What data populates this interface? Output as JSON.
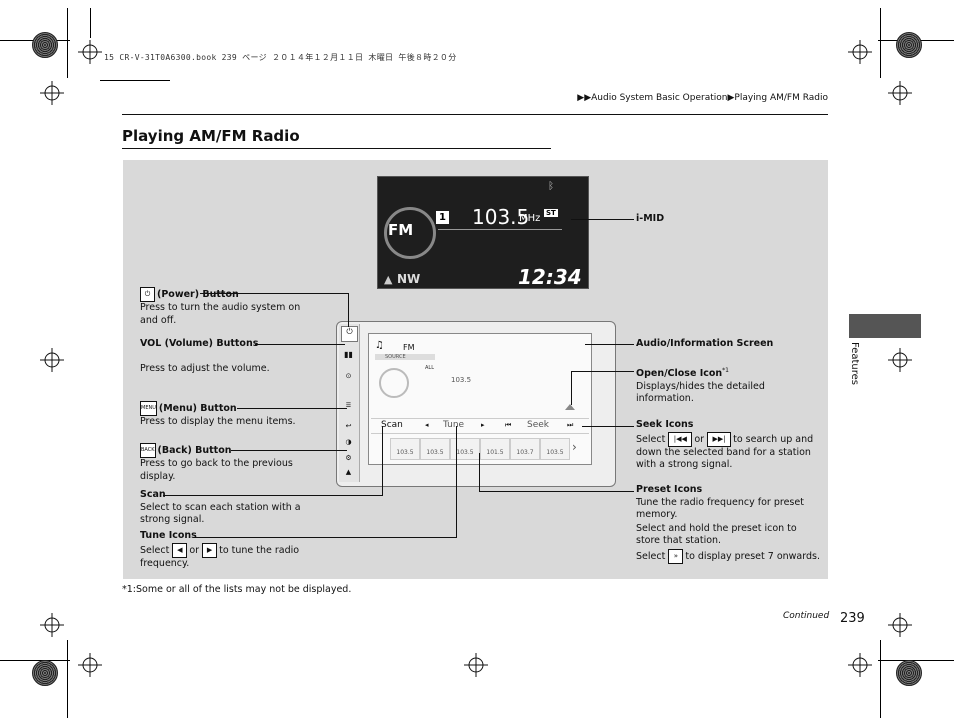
{
  "header": {
    "jp_line": "15 CR-V-31T0A6300.book  239 ページ  ２０１４年１２月１１日  木曜日  午後８時２０分",
    "breadcrumb_arrows": "▶▶",
    "breadcrumb_section": "Audio System Basic Operation",
    "breadcrumb_sep": "▶",
    "breadcrumb_page": "Playing AM/FM Radio"
  },
  "page_title": "Playing AM/FM Radio",
  "side_tab": "Features",
  "imid": {
    "label": "i-MID",
    "band": "FM",
    "preset_num": "1",
    "frequency": "103.5",
    "unit": "MHz",
    "stereo": "ST",
    "compass": "NW",
    "clock": "12:34"
  },
  "screen": {
    "band": "FM",
    "source_label": "SOURCE",
    "all_label": "ALL",
    "freq_small": "103.5",
    "scan": "Scan",
    "tune": "Tune",
    "seek": "Seek",
    "presets": [
      "103.5",
      "103.5",
      "103.5",
      "101.5",
      "103.7",
      "103.5"
    ],
    "buttons": [
      "ⓘ",
      "☰",
      "≡",
      "↩",
      "▲"
    ]
  },
  "labels": {
    "power_title": "(Power) Button",
    "power_desc": "Press to turn the audio system on and off.",
    "vol_title": "VOL (Volume) Buttons",
    "vol_desc": "Press to adjust the volume.",
    "menu_title": "(Menu) Button",
    "menu_desc": "Press to display the menu items.",
    "menu_icon": "MENU",
    "back_title": "(Back) Button",
    "back_desc": "Press to go back to the previous display.",
    "back_icon": "BACK",
    "scan_title": "Scan",
    "scan_desc": "Select to scan each station with a strong signal.",
    "tune_title": "Tune Icons",
    "tune_desc_a": "Select",
    "tune_desc_or": "or",
    "tune_desc_b": "to tune the radio frequency.",
    "screen_title": "Audio/Information Screen",
    "openclose_title": "Open/Close Icon",
    "openclose_sup": "*1",
    "openclose_desc": "Displays/hides the detailed information.",
    "seek_title": "Seek Icons",
    "seek_desc_a": "Select",
    "seek_desc_or": "or",
    "seek_desc_b": "to search up and down the selected band for a station with a strong signal.",
    "preset_title": "Preset Icons",
    "preset_desc1": "Tune the radio frequency for preset memory.",
    "preset_desc2": "Select and hold the preset icon to store that station.",
    "preset_desc3_a": "Select",
    "preset_desc3_icon": "»",
    "preset_desc3_b": "to display preset 7 onwards."
  },
  "footnote": "*1:Some or all of the lists may not be displayed.",
  "footer": {
    "continued": "Continued",
    "page_number": "239"
  }
}
